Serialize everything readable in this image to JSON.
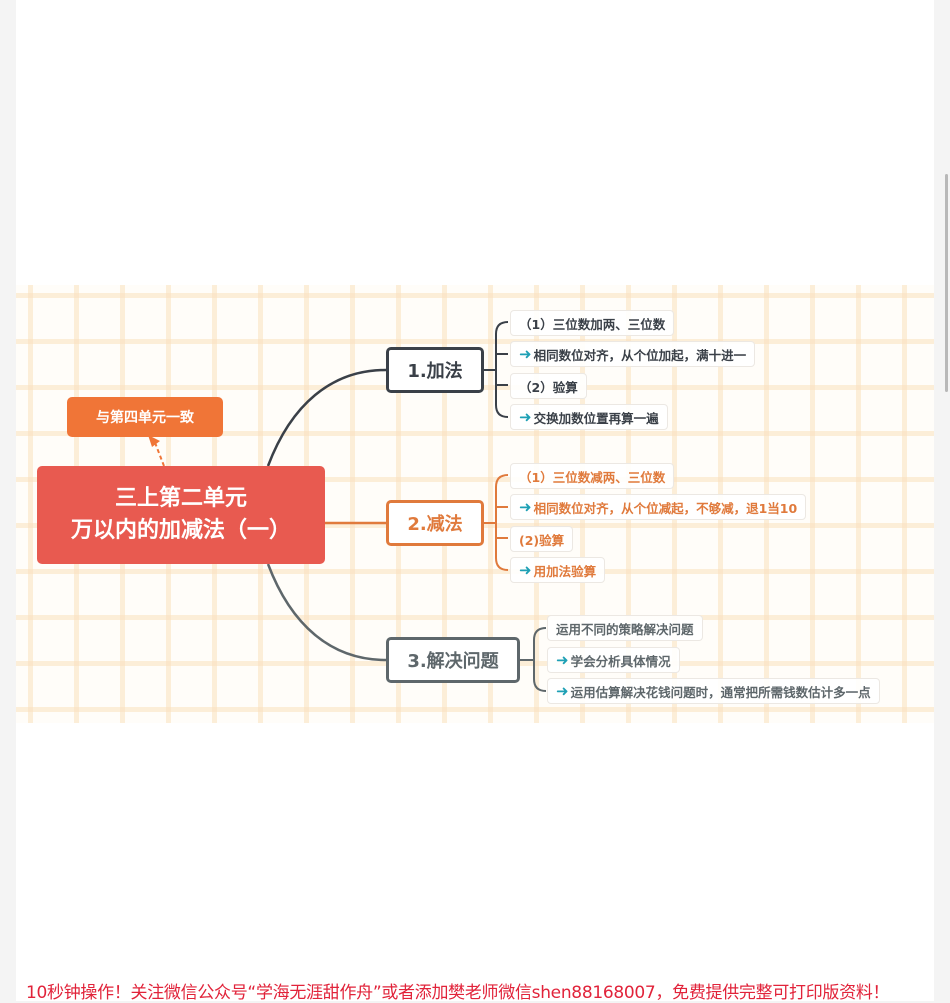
{
  "mindmap": {
    "root": {
      "line1": "三上第二单元",
      "line2": "万以内的加减法（一）",
      "color": "#e85a50"
    },
    "note": {
      "label": "与第四单元一致",
      "color": "#f07537"
    },
    "branches": [
      {
        "label": "1.加法",
        "color": "#3a4048",
        "items": [
          {
            "text": "（1）三位数加两、三位数",
            "arrow": false
          },
          {
            "text": "相同数位对齐，从个位加起，满十进一",
            "arrow": true
          },
          {
            "text": "（2）验算",
            "arrow": false
          },
          {
            "text": "交换加数位置再算一遍",
            "arrow": true
          }
        ]
      },
      {
        "label": "2.减法",
        "color": "#e07a3c",
        "items": [
          {
            "text": "（1）三位数减两、三位数",
            "arrow": false
          },
          {
            "text": "相同数位对齐，从个位减起，不够减，退1当10",
            "arrow": true
          },
          {
            "text": "(2)验算",
            "arrow": false
          },
          {
            "text": "用加法验算",
            "arrow": true
          }
        ]
      },
      {
        "label": "3.解决问题",
        "color": "#5e676b",
        "items": [
          {
            "text": "运用不同的策略解决问题",
            "arrow": false
          },
          {
            "text": "学会分析具体情况",
            "arrow": true
          },
          {
            "text": "运用估算解决花钱问题时，通常把所需钱数估计多一点",
            "arrow": true
          }
        ]
      }
    ],
    "arrow_icon": "➜",
    "arrow_color": "#1ea0b5"
  },
  "footer": {
    "text": "10秒钟操作！关注微信公众号“学海无涯甜作舟”或者添加樊老师微信shen88168007，免费提供完整可打印版资料！",
    "color": "#e1233a"
  }
}
